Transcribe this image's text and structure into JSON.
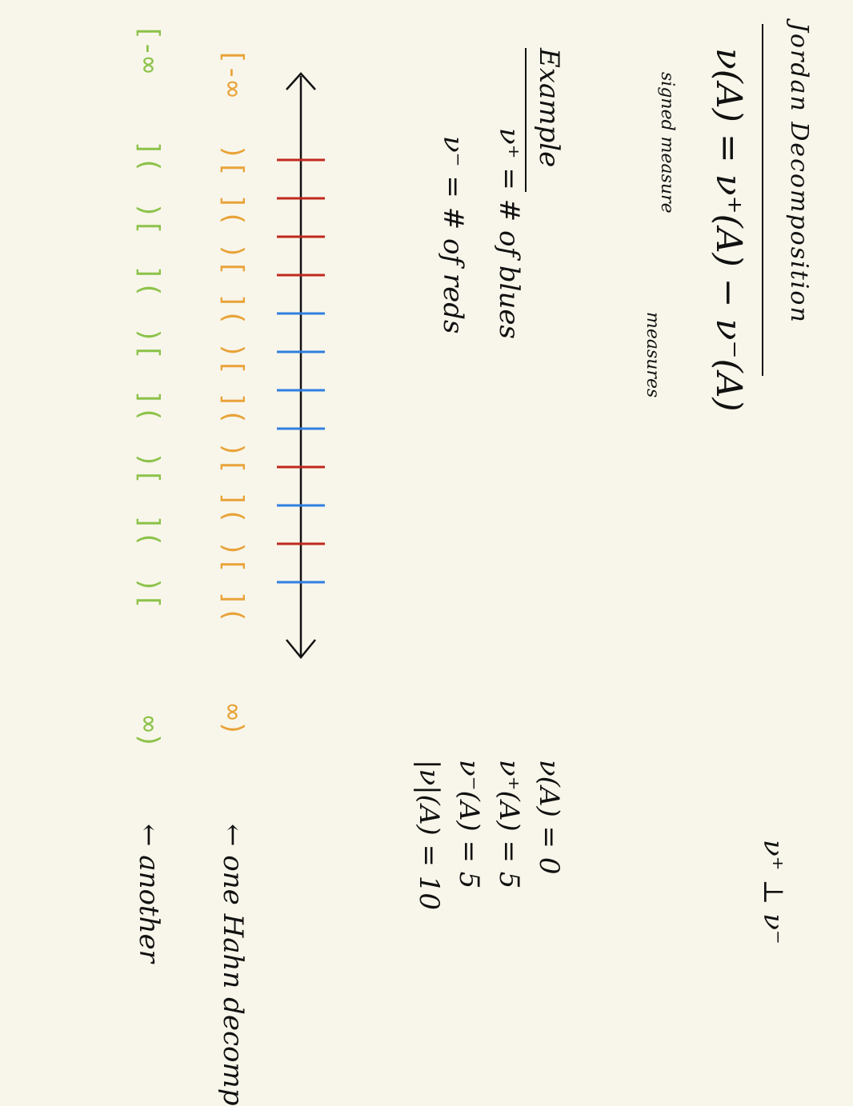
{
  "colors": {
    "paper": "#f8f6ea",
    "ink": "#111111",
    "red": "#c0281e",
    "blue": "#2f7fe0",
    "orange": "#e9a33a",
    "green": "#8cc24a"
  },
  "note": {
    "title": "Jordan Decomposition",
    "formula": "ν(A) = ν⁺(A) − ν⁻(A)",
    "signed_label": "signed measure",
    "measures_label": "measures",
    "orthogonality": "ν⁺ ⊥ ν⁻",
    "example_heading": "Example",
    "nu_plus_def": "ν⁺ = # of blues",
    "nu_minus_def": "ν⁻ = # of reds",
    "results": [
      "ν(A) = 0",
      "ν⁺(A) = 5",
      "ν⁻(A) = 5",
      "|ν|(A) = 10"
    ],
    "orange_row": {
      "start": "[-∞",
      "marks": [
        ")[",
        "](",
        ")[",
        "](",
        ")[",
        "](",
        ")[",
        "](",
        ")[",
        "]("
      ],
      "end": "∞)",
      "annotation": "← one Hahn decomp"
    },
    "green_row": {
      "start": "[-∞",
      "marks": [
        "](",
        ")[",
        "](",
        ")[",
        "](",
        ")[",
        "](",
        ")["
      ],
      "end": "∞)",
      "annotation": "← another"
    },
    "number_line_ticks": [
      "red",
      "red",
      "red",
      "red",
      "blue",
      "blue",
      "blue",
      "blue",
      "red",
      "blue",
      "red",
      "blue"
    ]
  }
}
